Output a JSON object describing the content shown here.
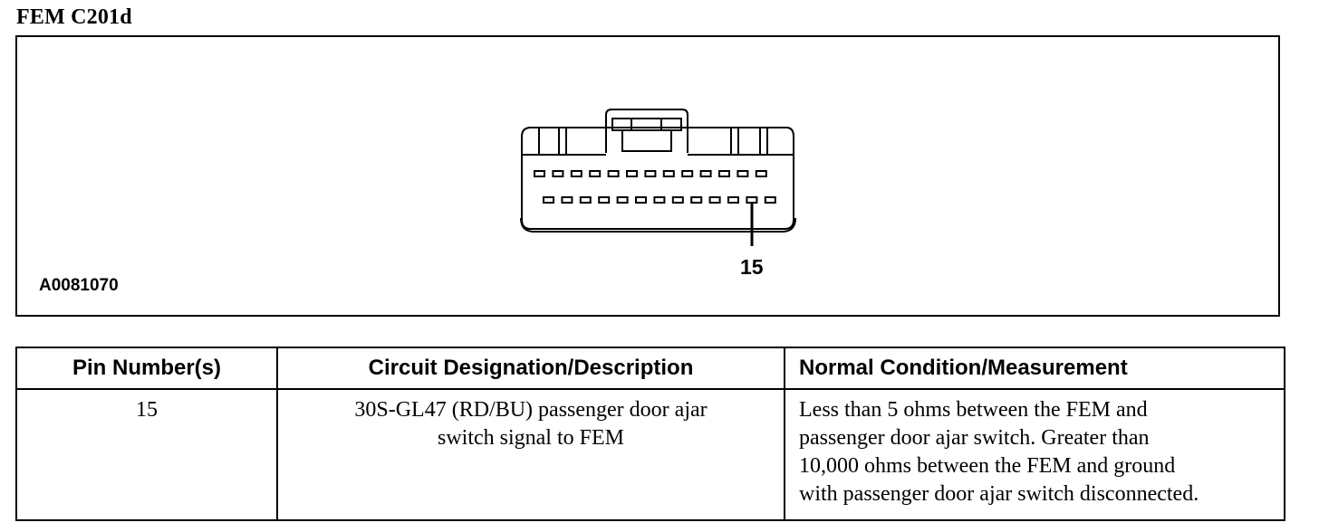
{
  "document": {
    "title": "FEM C201d"
  },
  "figure": {
    "id": "A0081070",
    "pin_callout": "15"
  },
  "table": {
    "headers": {
      "pin": "Pin Number(s)",
      "circuit": "Circuit Designation/Description",
      "condition": "Normal Condition/Measurement"
    },
    "rows": [
      {
        "pin": "15",
        "circuit_line1": "30S-GL47 (RD/BU) passenger door ajar",
        "circuit_line2": "switch signal to FEM",
        "condition_lines": [
          "Less than 5 ohms between the FEM and",
          "passenger door ajar switch. Greater than",
          "10,000 ohms between the FEM and ground",
          "with passenger door ajar switch disconnected."
        ]
      }
    ]
  }
}
